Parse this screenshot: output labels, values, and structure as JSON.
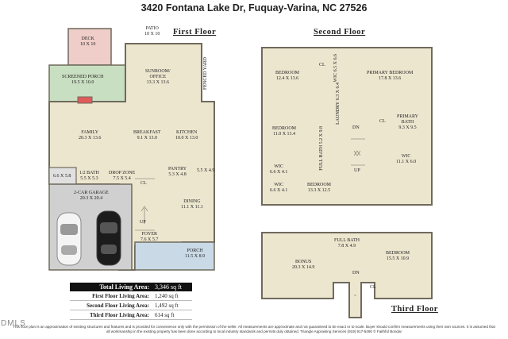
{
  "title": "3420 Fontana Lake Dr, Fuquay-Varina, NC 27526",
  "floors": {
    "first": "First Floor",
    "second": "Second Floor",
    "third": "Third Floor"
  },
  "first_floor_rooms": {
    "patio": {
      "name": "PATIO",
      "dims": "10 X 10"
    },
    "deck": {
      "name": "DECK",
      "dims": "10 X 10"
    },
    "screened_porch": {
      "name": "SCREENED PORCH",
      "dims": "19.5 X 10.0"
    },
    "sunroom": {
      "name": "SUNROOM/",
      "name2": "OFFICE",
      "dims": "13.3 X 13.6"
    },
    "fenced_yard": {
      "name": "FENCED YARD"
    },
    "family": {
      "name": "FAMILY",
      "dims": "20.3 X 13.6"
    },
    "breakfast": {
      "name": "BREAKFAST",
      "dims": "9.1 X 13.0"
    },
    "kitchen": {
      "name": "KITCHEN",
      "dims": "10.0 X 13.0"
    },
    "pantry": {
      "name": "PANTRY",
      "dims": "5.3 X 4.8"
    },
    "closet_55": {
      "dims": "5.5 X 4.9"
    },
    "closet_66": {
      "dims": "6.6 X 5.8"
    },
    "half_bath": {
      "name": "1/2 BATH",
      "dims": "5.5 X 5.3"
    },
    "drop_zone": {
      "name": "DROP ZONE",
      "dims": "7.5 X 5.4"
    },
    "cl": "CL",
    "garage": {
      "name": "2-CAR GARAGE",
      "dims": "20.3 X 20.4"
    },
    "dining": {
      "name": "DINING",
      "dims": "11.1 X 11.1"
    },
    "up": "UP",
    "foyer": {
      "name": "FOYER",
      "dims": "7.6 X 5.7"
    },
    "porch": {
      "name": "PORCH",
      "dims": "11.5 X 8.9"
    }
  },
  "second_floor_rooms": {
    "bedroom_a": {
      "name": "BEDROOM",
      "dims": "12.4 X 13.6"
    },
    "cl_a": "CL",
    "wic_a": {
      "name": "WIC",
      "dims": "6.5 X 6.6"
    },
    "laundry": {
      "name": "LAUNDRY",
      "dims": "6.3 X 6.4"
    },
    "primary_bedroom": {
      "name": "PRIMARY BEDROOM",
      "dims": "17.8 X 13.6"
    },
    "bedroom_b": {
      "name": "BEDROOM",
      "dims": "11.0 X 13.4"
    },
    "full_bath": {
      "name": "FULL BATH",
      "dims": "5.2 X 9.8"
    },
    "dn": "DN",
    "cl_b": "CL",
    "primary_bath": {
      "name": "PRIMARY",
      "name2": "BATH",
      "dims": "9.3 X 9.5"
    },
    "wic_b": {
      "name": "WIC",
      "dims": "11.1 X 6.0"
    },
    "wic_c": {
      "name": "WIC",
      "dims": "6.6 X 4.1"
    },
    "wic_d": {
      "name": "WIC",
      "dims": "6.6 X 4.1"
    },
    "bedroom_c": {
      "name": "BEDROOM",
      "dims": "13.3 X 12.5"
    },
    "up": "UP"
  },
  "third_floor_rooms": {
    "full_bath": {
      "name": "FULL BATH",
      "dims": "7.8 X 4.9"
    },
    "bonus": {
      "name": "BONUS",
      "dims": "20.3 X 14.9"
    },
    "bedroom": {
      "name": "BEDROOM",
      "dims": "15.5 X 10.9"
    },
    "dn": "DN",
    "cl": "CL"
  },
  "totals": {
    "total_label": "Total Living Area:",
    "total_value": "3,346 sq ft",
    "first_label": "First Floor Living Area:",
    "first_value": "1,240 sq ft",
    "second_label": "Second Floor Living Area:",
    "second_value": "1,492 sq ft",
    "third_label": "Third Floor Living Area:",
    "third_value": "614 sq ft"
  },
  "watermark": "DMLS",
  "disclaimer": "This floor plan is an approximation of existing structures and features and is provided for convenience only with the permission of the seller. All measurements are approximate and not guaranteed to be exact or to scale. Buyer should confirm measurements using their own sources. It is assumed that all workmanship in the existing property has been done according to local industry standards and permits duly obtained. Triangle Appraising Services (919) 917-5490 © Faithful Bondar",
  "colors": {
    "room_fill": "#ede6cf",
    "wall": "#6f6a5c",
    "deck": "#efcdc8",
    "screened_porch": "#c9dfc1",
    "porch": "#c9d9e6",
    "garage": "#d0d0d0",
    "fireplace": "#e05a5a"
  }
}
